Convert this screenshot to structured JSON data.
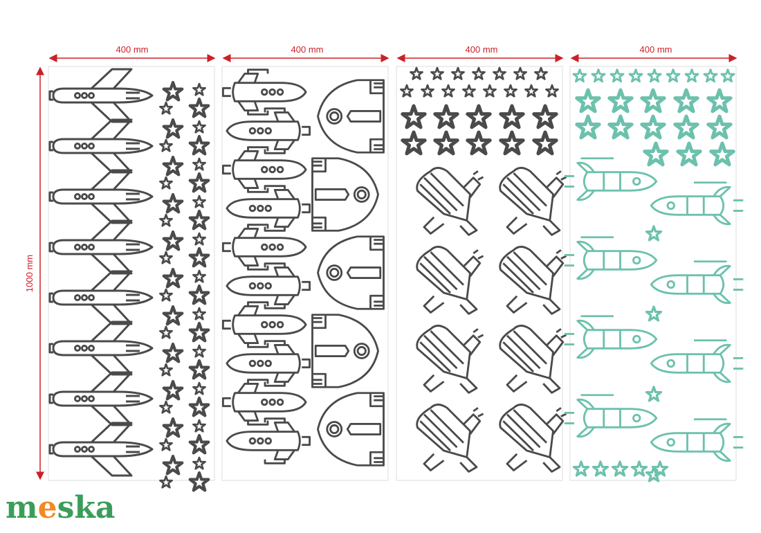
{
  "panels": [
    {
      "width_label": "400 mm",
      "color": "#4a4a4a",
      "content": "jets-and-stars"
    },
    {
      "width_label": "400 mm",
      "color": "#4a4a4a",
      "content": "rockets-and-ships"
    },
    {
      "width_label": "400 mm",
      "color": "#4a4a4a",
      "content": "stars-and-shuttles"
    },
    {
      "width_label": "400 mm",
      "color": "#6cc1ad",
      "content": "rockets-and-stars"
    }
  ],
  "height_label": "1000 mm",
  "dimension_color": "#cc2027",
  "logo": {
    "text": "meska",
    "brand_green": "#3b9d5a",
    "brand_orange": "#f08a24"
  }
}
